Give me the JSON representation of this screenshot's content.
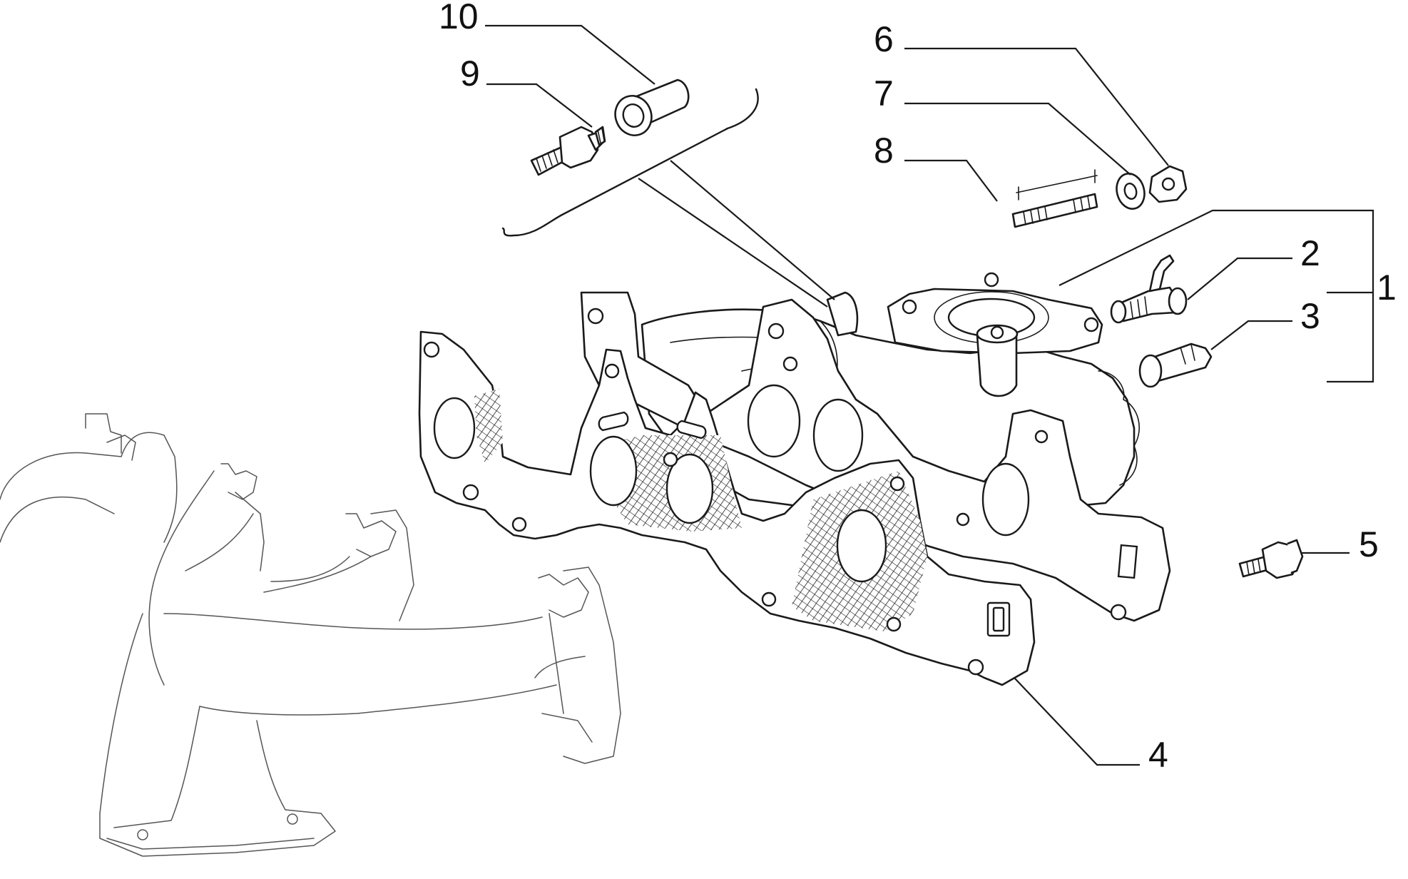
{
  "callouts": [
    {
      "id": "1",
      "label": "1"
    },
    {
      "id": "2",
      "label": "2"
    },
    {
      "id": "3",
      "label": "3"
    },
    {
      "id": "4",
      "label": "4"
    },
    {
      "id": "5",
      "label": "5"
    },
    {
      "id": "6",
      "label": "6"
    },
    {
      "id": "7",
      "label": "7"
    },
    {
      "id": "8",
      "label": "8"
    },
    {
      "id": "9",
      "label": "9"
    },
    {
      "id": "10",
      "label": "10"
    }
  ],
  "colors": {
    "line": "#1a1a1a",
    "background": "#ffffff",
    "faint_outline": "#555555"
  },
  "icons": {
    "intake_manifold": "intake-manifold-icon",
    "manifold_gasket": "manifold-gasket-icon",
    "exhaust_manifold": "exhaust-manifold-icon",
    "stud": "stud-icon",
    "washer": "washer-icon",
    "nut": "nut-icon",
    "screw": "screw-icon",
    "hose_fitting": "hose-fitting-icon",
    "union": "union-icon",
    "temperature_sender": "temperature-sender-icon",
    "sleeve": "sleeve-icon"
  }
}
